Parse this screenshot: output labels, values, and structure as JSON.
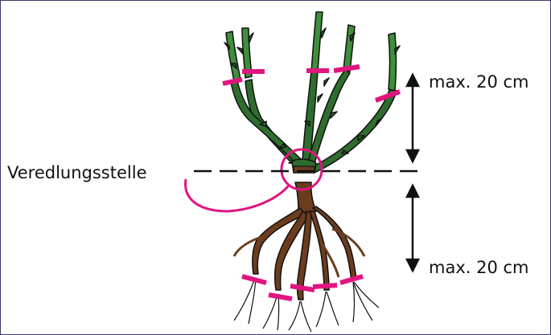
{
  "labels": {
    "graft_point": "Veredlungsstelle",
    "shoot_max": "max. 20 cm",
    "root_max": "max. 20 cm"
  },
  "colors": {
    "cut_mark": "#e0157f",
    "stem_green": "#3f8f3c",
    "stem_dark": "#2f6d2e",
    "root_brown": "#6b3d1e",
    "outline": "#111111"
  }
}
